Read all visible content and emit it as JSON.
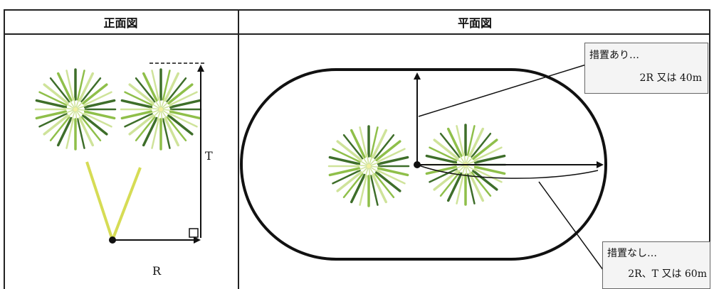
{
  "caption_fragment": "",
  "headers": {
    "front_view": "正面図",
    "plan_view": "平面図"
  },
  "front_view": {
    "height_label": "T",
    "radius_label": "R"
  },
  "plan_view": {
    "with_measures": {
      "line1": "措置あり…",
      "line2": "2R 又は 40m"
    },
    "without_measures": {
      "line1": "措置なし…",
      "line2": "2R、T 又は 60m"
    }
  },
  "colors": {
    "burst_dark": "#3e6e2a",
    "burst_mid": "#8fbf4a",
    "burst_light": "#cfe39a",
    "burst_core": "#f2f0a0",
    "trail": "#d6dc55",
    "line": "#111111"
  }
}
